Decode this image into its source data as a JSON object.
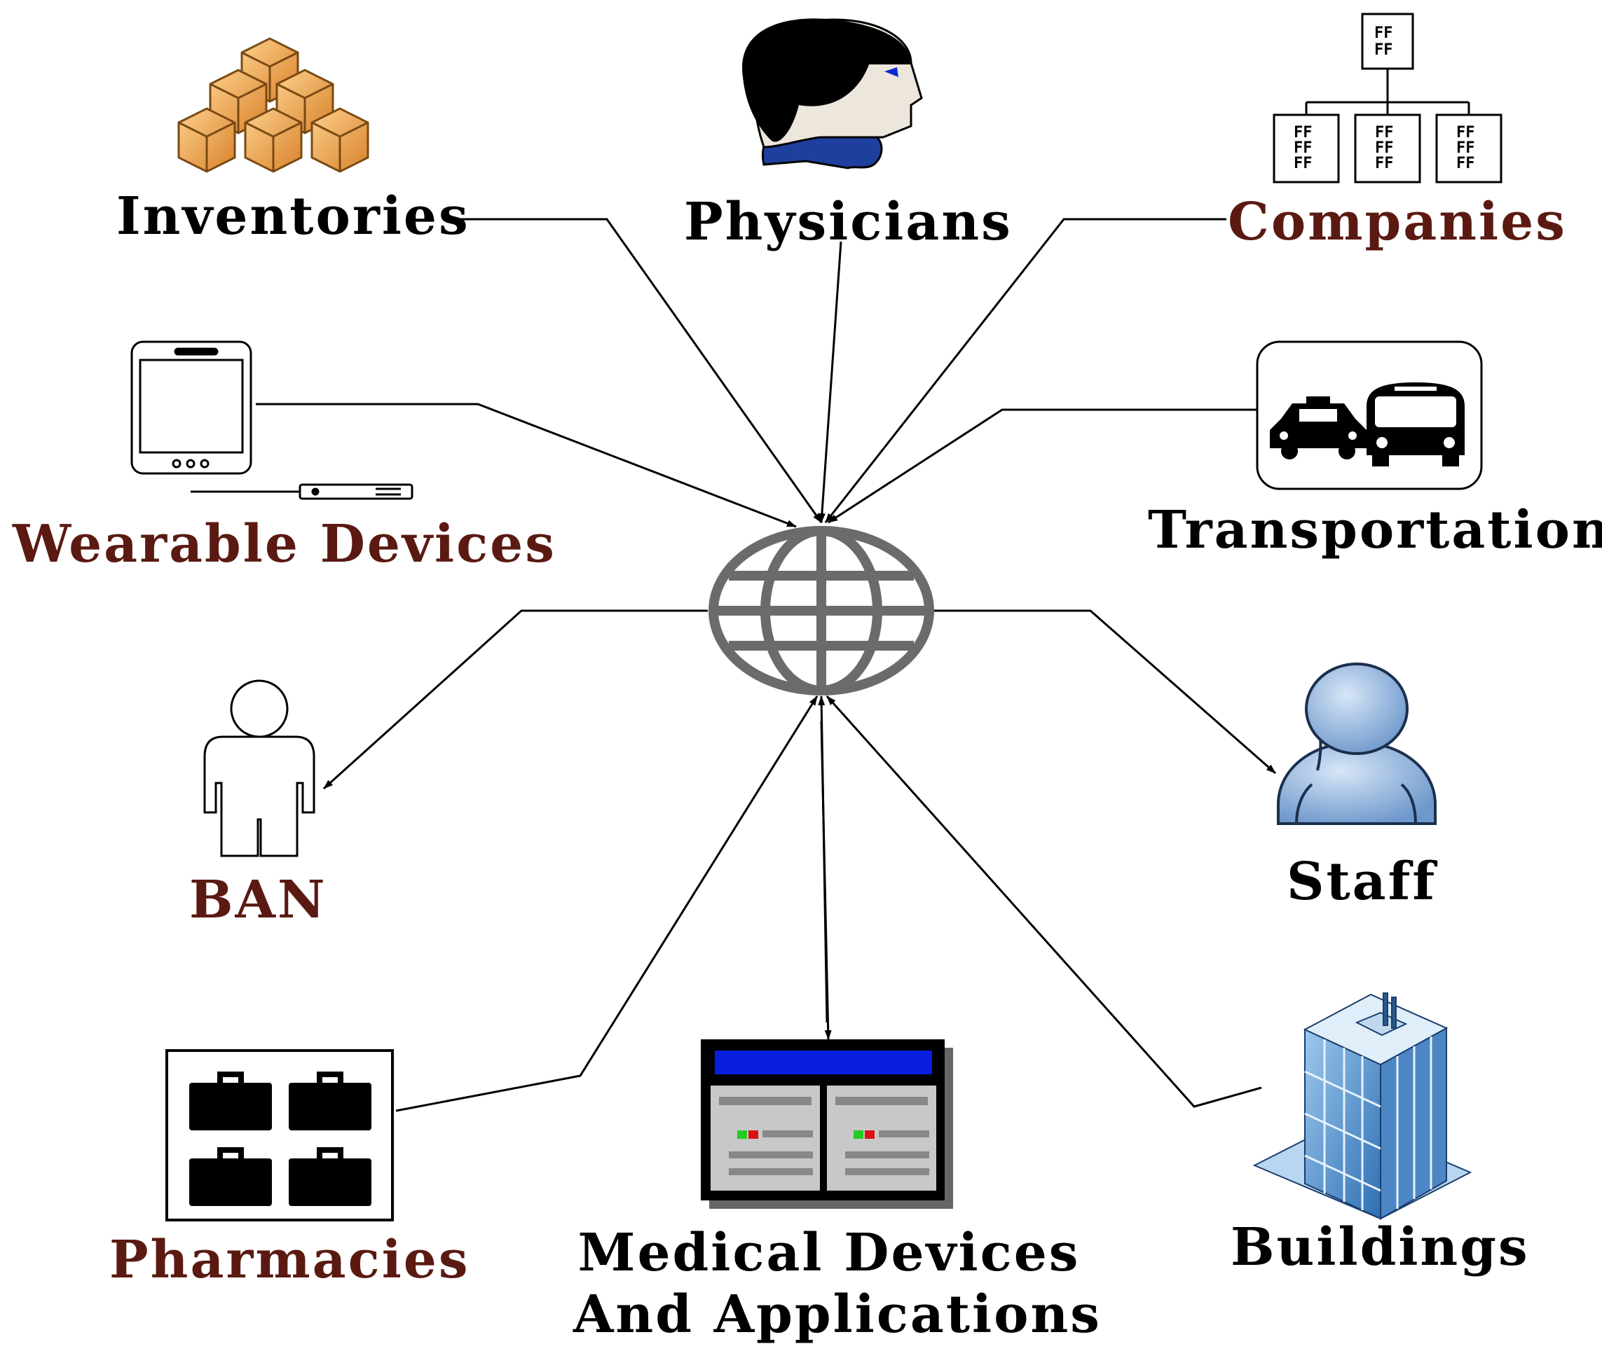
{
  "colors": {
    "black_label": "#000000",
    "maroon_label": "#5a1a12",
    "globe": "#6b6b6b",
    "box_orange": "#f2a54a",
    "head_blue": "#1f3f9f",
    "staff_blue": "#7ea6d6",
    "screen_blue": "#0a1ee0"
  },
  "center": {
    "icon": "globe-icon"
  },
  "nodes": {
    "inventories": {
      "label": "Inventories",
      "icon": "boxes-icon"
    },
    "physicians": {
      "label": "Physicians",
      "icon": "physician-head-icon"
    },
    "companies": {
      "label": "Companies",
      "icon": "org-chart-icon"
    },
    "wearable": {
      "label": "Wearable Devices",
      "icon": "tablet-device-icon"
    },
    "transportation": {
      "label": "Transportation",
      "icon": "car-bus-icon"
    },
    "ban": {
      "label": "BAN",
      "icon": "person-outline-icon"
    },
    "staff": {
      "label": "Staff",
      "icon": "staff-person-icon"
    },
    "pharmacies": {
      "label": "Pharmacies",
      "icon": "briefcases-icon"
    },
    "medical": {
      "label_line1": "Medical Devices",
      "label_line2": "And Applications",
      "icon": "server-rack-icon"
    },
    "buildings": {
      "label": "Buildings",
      "icon": "office-building-icon"
    }
  }
}
